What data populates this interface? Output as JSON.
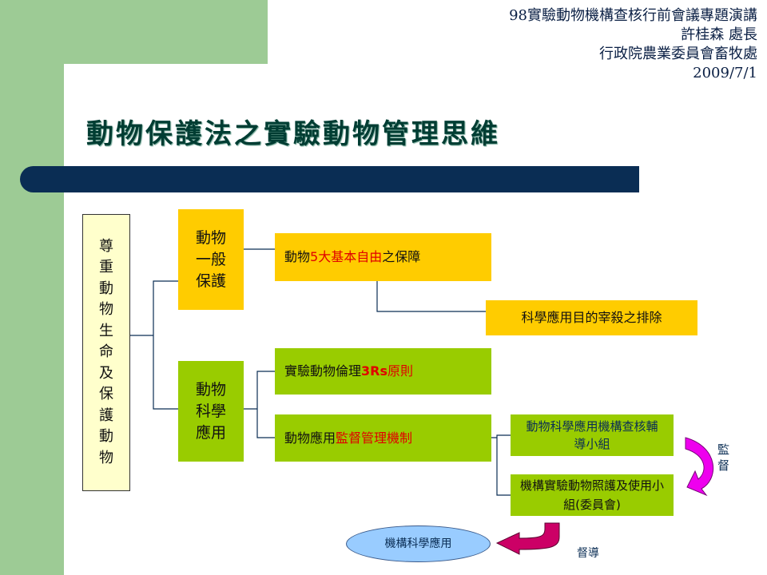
{
  "header": {
    "line1": "98實驗動物機構查核行前會議專題演講",
    "line2": "許桂森 處長",
    "line3": "行政院農業委員會畜牧處",
    "line4": "2009/7/1"
  },
  "title": "動物保護法之實驗動物管理思維",
  "root": "尊重動物生命及保護動物",
  "general": {
    "label": "動物一般保護",
    "item1": {
      "a": "動物",
      "b": "5大",
      "c": "基本自由",
      "d": "之保障"
    },
    "item2": "科學應用目的宰殺之排除"
  },
  "science": {
    "label": "動物科學應用",
    "item1": {
      "a": "實驗動物倫理",
      "b": "3Rs",
      "c": "原則"
    },
    "item2": {
      "a": "動物應用",
      "b": "監督管理機制"
    },
    "sub1": "動物科學應用機構查核輔導小組",
    "sub2": "機構實驗動物照護及使用小組(委員會)"
  },
  "ellipse": "機構科學應用",
  "arrow1": "監督",
  "arrow2": "督導",
  "colors": {
    "green_bg": "#9dcb95",
    "navy": "#0a2d54",
    "yellow": "#ffcc00",
    "lime": "#99cc00",
    "red": "#e00000",
    "magenta": "#ee00ee",
    "crimson": "#cc0066"
  }
}
